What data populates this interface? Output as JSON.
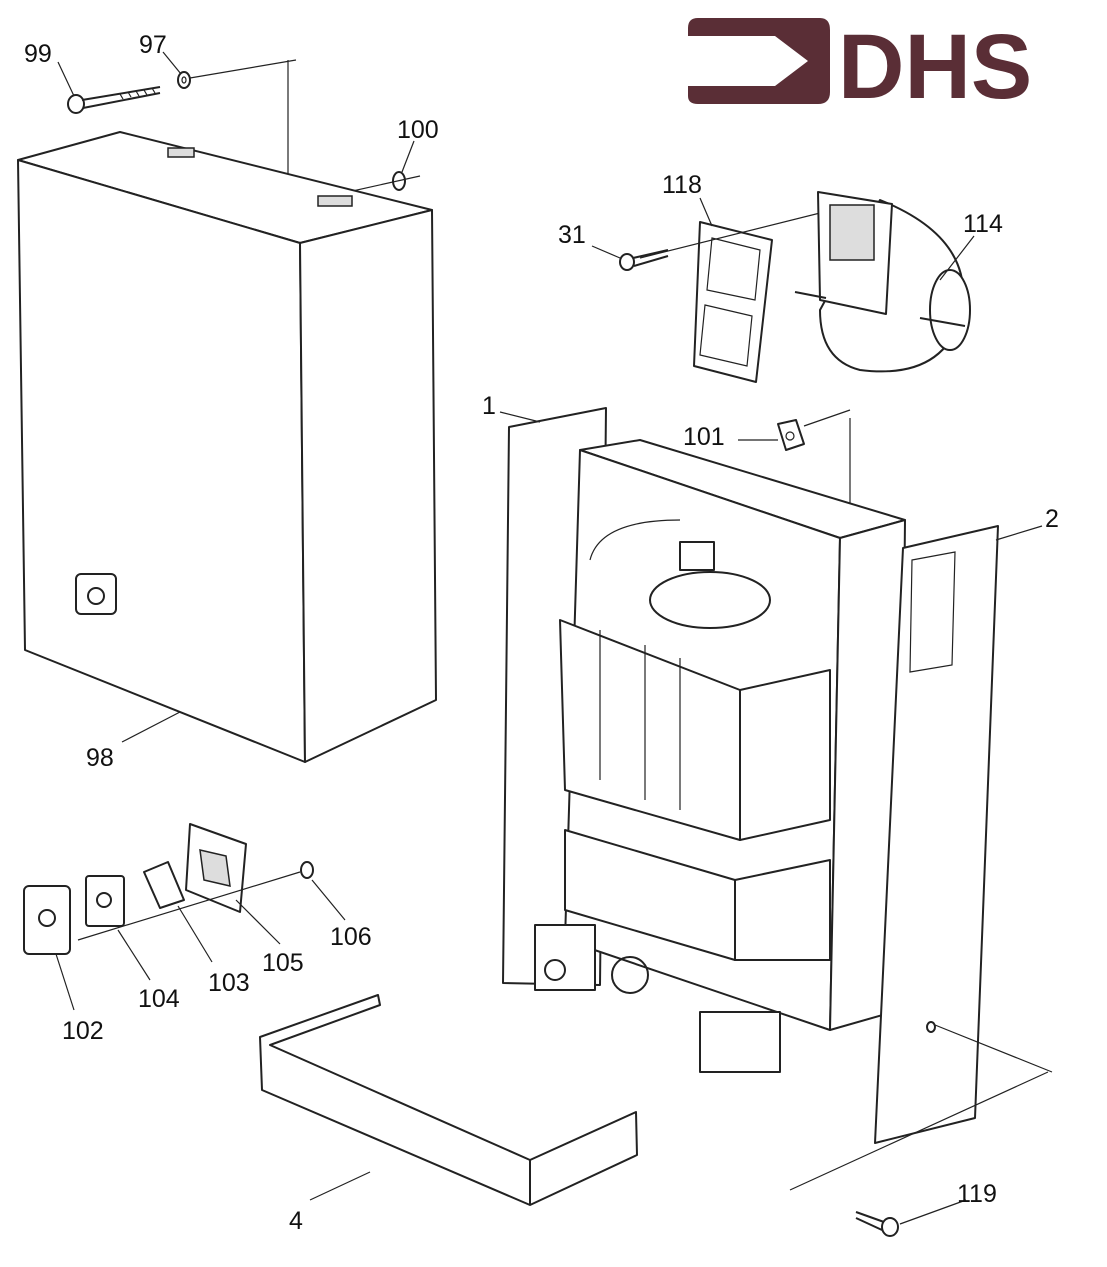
{
  "logo": {
    "text": "DHS",
    "color": "#5a2e36"
  },
  "parts": {
    "p99": "99",
    "p97": "97",
    "p100": "100",
    "p118": "118",
    "p114": "114",
    "p31": "31",
    "p1": "1",
    "p101": "101",
    "p2": "2",
    "p98": "98",
    "p106": "106",
    "p105": "105",
    "p103": "103",
    "p104": "104",
    "p102": "102",
    "p4": "4",
    "p119": "119"
  }
}
